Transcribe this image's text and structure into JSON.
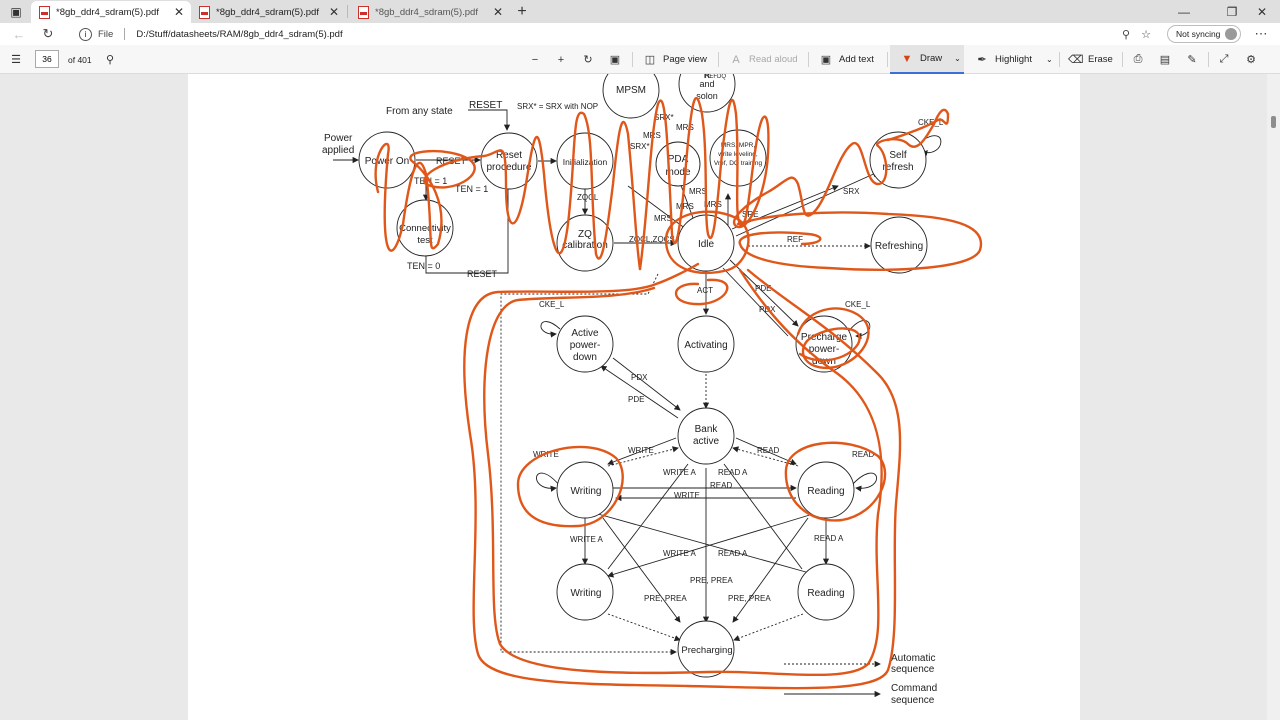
{
  "browser": {
    "tabs": [
      {
        "title": "*8gb_ddr4_sdram(5).pdf",
        "active": true
      },
      {
        "title": "*8gb_ddr4_sdram(5).pdf",
        "active": false
      },
      {
        "title": "*8gb_ddr4_sdram(5).pdf",
        "active": false
      }
    ],
    "address": {
      "scheme_label": "File",
      "path": "D:/Stuff/datasheets/RAM/8gb_ddr4_sdram(5).pdf"
    },
    "sync_label": "Not syncing"
  },
  "toolbar": {
    "page_number": "36",
    "page_total": "of 401",
    "page_view": "Page view",
    "read_aloud": "Read aloud",
    "add_text": "Add text",
    "draw": "Draw",
    "highlight": "Highlight",
    "erase": "Erase",
    "accent": "#3a6fd8"
  },
  "diagram": {
    "ink_color": "#e0571a",
    "states": {
      "mpsm": "MPSM",
      "rank": [
        "R",
        "and",
        "solon"
      ],
      "power_on": "Power On",
      "reset_procedure": [
        "Reset",
        "procedure"
      ],
      "initialization": "Initialization",
      "pda": [
        "PDA",
        "mode"
      ],
      "mrs_mpr": [
        "MRS, MPR,",
        "write leveling,",
        "Vref, DQ training"
      ],
      "self_refresh": [
        "Self",
        "refresh"
      ],
      "connectivity": [
        "Connectivity",
        "test"
      ],
      "zq": [
        "ZQ",
        "calibration"
      ],
      "idle": "Idle",
      "refreshing": "Refreshing",
      "active_pd": [
        "Active",
        "power-",
        "down"
      ],
      "activating": "Activating",
      "precharge_pd": [
        "Precharge",
        "power-",
        "down"
      ],
      "bank_active": [
        "Bank",
        "active"
      ],
      "writing": "Writing",
      "reading": "Reading",
      "writing2": "Writing",
      "reading2": "Reading",
      "precharging": "Precharging"
    },
    "labels": {
      "from_any_state": "From any state",
      "reset_top": "RESET",
      "srx_note": "SRX* = SRX with NOP",
      "power_applied": [
        "Power",
        "applied"
      ],
      "reset_arrow": "RESET",
      "ten1a": "TEN = 1",
      "ten1b": "TEN = 1",
      "ten0": "TEN = 0",
      "reset_bottom": "RESET",
      "zqcl": "ZQCL",
      "zqcl_zqcs": "ZQCL,ZQCS",
      "srx_star1": "SRX*",
      "srx_star2": "SRX*",
      "mrs1": "MRS",
      "mrs2": "MRS",
      "mrs3": "MRS",
      "mrs4": "MRS",
      "mrs5": "MRS",
      "mrs6": "MRS",
      "sre": "SRE",
      "srx": "SRX",
      "ref": "REF",
      "refdq": "REFDQ",
      "cke_l_top": "CKE_L",
      "act": "ACT",
      "pde": "PDE",
      "pdx": "PDX",
      "cke_l_left": "CKE_L",
      "cke_l_right": "CKE_L",
      "pdx2": "PDX",
      "pde2": "PDE",
      "write1": "WRITE",
      "read1": "READ",
      "write_loop": "WRITE",
      "read_loop": "READ",
      "write_a1": "WRITE A",
      "read_a1": "READ A",
      "read_mid": "READ",
      "write_mid": "WRITE",
      "write_a2": "WRITE A",
      "read_a2": "READ A",
      "write_a3": "WRITE A",
      "read_a3": "READ A",
      "pre_prea1": "PRE, PREA",
      "pre_prea2": "PRE,  PREA",
      "pre_prea3": "PRE,  PREA"
    },
    "legend": {
      "automatic": [
        "Automatic",
        "sequence"
      ],
      "command": [
        "Command",
        "sequence"
      ]
    }
  }
}
